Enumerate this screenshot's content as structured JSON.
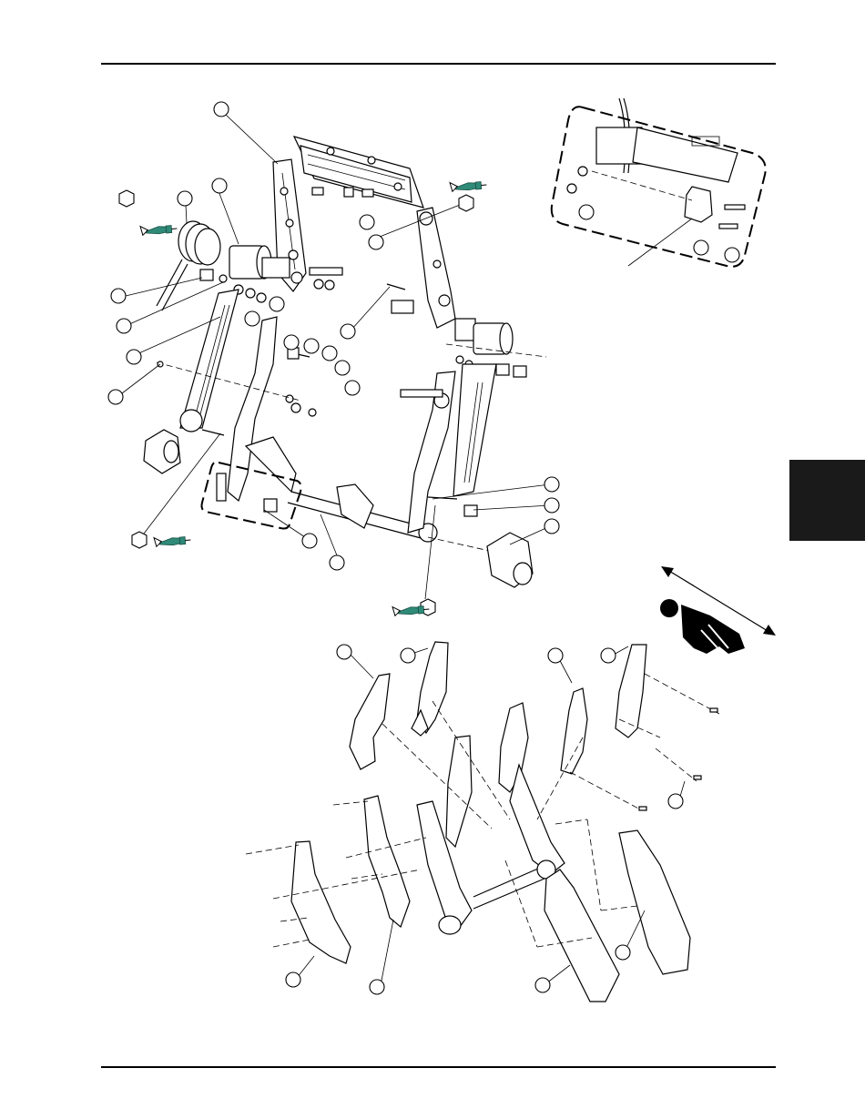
{
  "colors": {
    "rule": "#000000",
    "section_tab": "#1a1a1a",
    "lubricant_gun": "#2f8a78",
    "operator_icon": "#000000"
  },
  "icons": {
    "lubrication": "grease-gun-icon",
    "orientation": "operator-direction-icon"
  },
  "figure": {
    "upper_assembly": "seat-frame-exploded-view",
    "inset": "detail-inset",
    "lower_assembly": "side-panel-exploded-view"
  }
}
